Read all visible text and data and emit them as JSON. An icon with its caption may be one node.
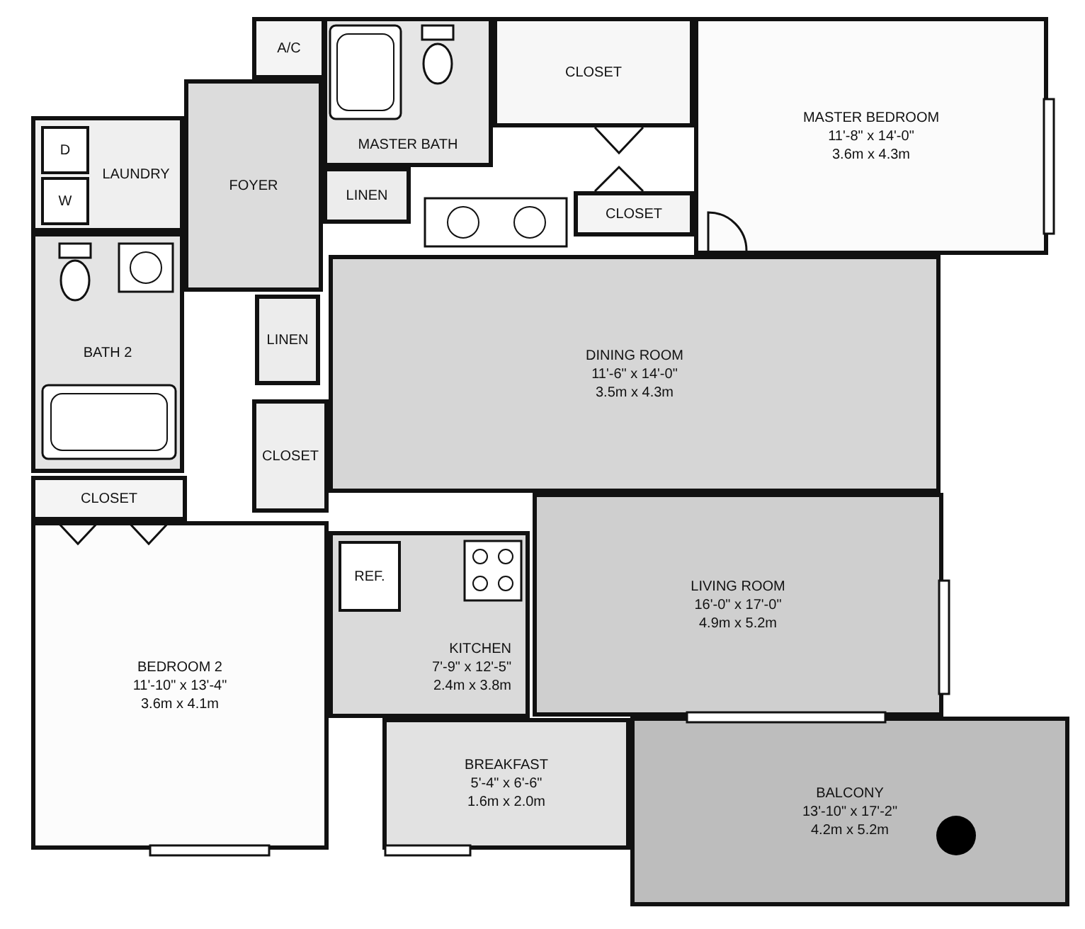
{
  "diagram": {
    "nodes": [
      {
        "text": [
          "A/C"
        ]
      },
      {
        "text": [
          "CLOSET"
        ]
      },
      {
        "text": [
          "MASTER BATH"
        ]
      },
      {
        "text": [
          "MASTER BEDROOM",
          "11'-8\" x 14'-0\"",
          "3.6m x 4.3m"
        ]
      },
      {
        "text": [
          "LAUNDRY"
        ]
      },
      {
        "text": [
          "D"
        ],
        "in": 4
      },
      {
        "text": [
          "W"
        ],
        "in": 4
      },
      {
        "text": [
          "FOYER"
        ]
      },
      {
        "text": [
          "LINEN"
        ]
      },
      {
        "text": [
          "CLOSET"
        ]
      },
      {
        "text": [
          "BATH 2"
        ]
      },
      {
        "text": [
          "LINEN"
        ]
      },
      {
        "text": [
          "DINING ROOM",
          "11'-6\" x 14'-0\"",
          "3.5m x 4.3m"
        ]
      },
      {
        "text": [
          "CLOSET"
        ]
      },
      {
        "text": [
          "CLOSET"
        ]
      },
      {
        "text": [
          "LIVING ROOM",
          "16'-0\" x 17'-0\"",
          "4.9m x 5.2m"
        ]
      },
      {
        "text": [
          "BEDROOM 2",
          "11'-10\" x 13'-4\"",
          "3.6m x 4.1m"
        ]
      },
      {
        "text": [
          "KITCHEN",
          "7'-9\" x 12'-5\"",
          "2.4m x 3.8m"
        ]
      },
      {
        "text": [
          "REF."
        ],
        "in": 17
      },
      {
        "text": [
          "BREAKFAST",
          "5'-4\" x 6'-6\"",
          "1.6m x 2.0m"
        ]
      },
      {
        "text": [
          "BALCONY",
          "13'-10\" x 17'-2\"",
          "4.2m x 5.2m"
        ]
      }
    ],
    "edges": []
  }
}
